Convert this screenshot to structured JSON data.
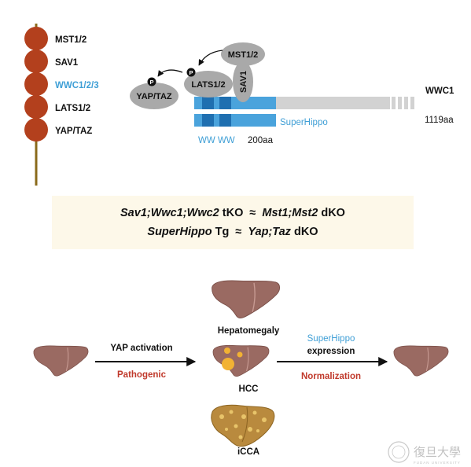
{
  "colors": {
    "bead": "#b3401d",
    "stick": "#8a6a1a",
    "highlight_blue": "#3f9fd6",
    "ww_dark": "#1f6fb0",
    "gray_oval": "#a9a9a9",
    "wwc1_gray": "#cfcfcf",
    "liver": "#9a6a62",
    "red_text": "#c0392b",
    "eq_bg": "#fdf8e9"
  },
  "stack": {
    "items": [
      {
        "label": "MST1/2",
        "highlight": false
      },
      {
        "label": "SAV1",
        "highlight": false
      },
      {
        "label": "WWC1/2/3",
        "highlight": true
      },
      {
        "label": "LATS1/2",
        "highlight": false
      },
      {
        "label": "YAP/TAZ",
        "highlight": false
      }
    ]
  },
  "pathway": {
    "mst": "MST1/2",
    "sav": "SAV1",
    "lats": "LATS1/2",
    "yap": "YAP/TAZ",
    "phospho": "P"
  },
  "domain_map": {
    "wwc1_label": "WWC1",
    "wwc1_length": "1119aa",
    "superhippo_label": "SuperHippo",
    "superhippo_length": "200aa",
    "ww_label": "WW WW"
  },
  "equivalences": {
    "line1": {
      "a": "Sav1;Wwc1;Wwc2",
      "b": " tKO  ≈  ",
      "c": "Mst1;Mst2",
      "d": " dKO"
    },
    "line2": {
      "a": "SuperHippo",
      "b": " Tg  ≈  ",
      "c": "Yap;Taz",
      "d": " dKO"
    }
  },
  "flow": {
    "step1_top": "YAP activation",
    "step1_bottom": "Pathogenic",
    "step2_top1": "SuperHippo",
    "step2_top2": "expression",
    "step2_bottom": "Normalization",
    "hepatomegaly": "Hepatomegaly",
    "hcc": "HCC",
    "icca": "iCCA"
  },
  "logo": {
    "chars": "復旦大學",
    "sub": "FUDAN UNIVERSITY"
  }
}
